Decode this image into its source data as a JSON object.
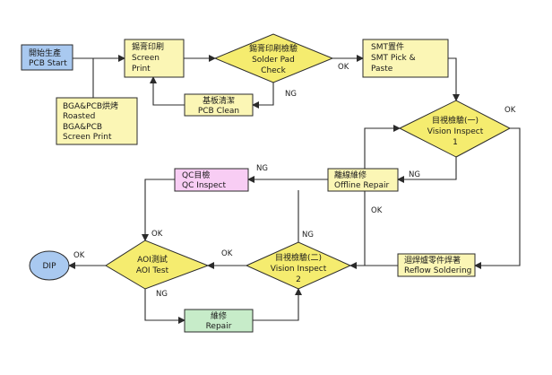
{
  "colors": {
    "process": "#fbf6b5",
    "decision": "#f5ec6f",
    "qc": "#f8cdf4",
    "repair": "#c7ecc9",
    "terminal": "#a9c9f0",
    "line": "#2b2b2b"
  },
  "nodes": {
    "pcb_start": [
      "開始生產",
      "PCB Start"
    ],
    "screen_print": [
      "錫膏印刷",
      "Screen",
      "Print"
    ],
    "solder_pad_check": [
      "錫膏印刷檢驗",
      "Solder Pad",
      "Check"
    ],
    "smt_pick_place": [
      "SMT置件",
      "SMT Pick &",
      "Paste"
    ],
    "bga_roasted": [
      "BGA&PCB烘烤",
      "Roasted",
      "BGA&PCB",
      "Screen Print"
    ],
    "pcb_clean": [
      "基板清潔",
      "PCB Clean"
    ],
    "vision_inspect_1": [
      "目視檢驗(一)",
      "Vision Inspect",
      "1"
    ],
    "qc_inspect": [
      "QC目檢",
      "QC Inspect"
    ],
    "offline_repair": [
      "離線維修",
      "Offline Repair"
    ],
    "dip": [
      "DIP"
    ],
    "aoi_test": [
      "AOI測試",
      "AOI Test"
    ],
    "vision_inspect_2": [
      "目視檢驗(二)",
      "Vision Inspect",
      "2"
    ],
    "reflow_soldering": [
      "迴焊爐零件焊著",
      "Reflow Soldering"
    ],
    "repair": [
      "維修",
      "Repair"
    ]
  },
  "edge_labels": {
    "check_ok": "OK",
    "check_ng": "NG",
    "vi1_ok": "OK",
    "vi1_ng": "NG",
    "qc_ng": "NG",
    "qc_ok": "OK",
    "offline_ok": "OK",
    "vi2_ng": "NG",
    "vi2_ok": "OK",
    "aoi_ok": "OK",
    "aoi_ng": "NG"
  }
}
